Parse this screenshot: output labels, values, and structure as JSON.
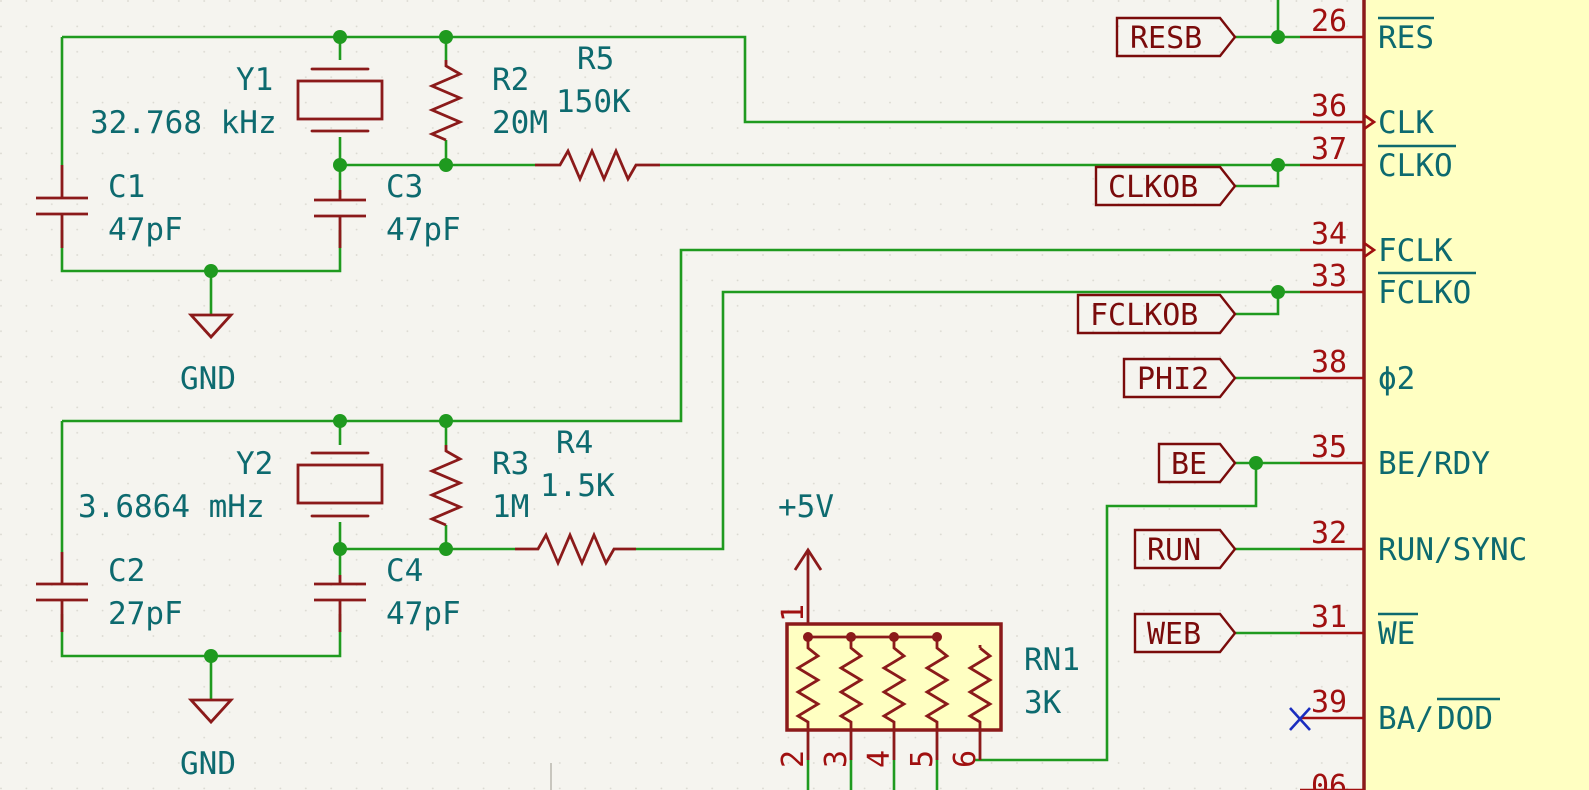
{
  "components": {
    "Y1": {
      "ref": "Y1",
      "value": "32.768 kHz"
    },
    "Y2": {
      "ref": "Y2",
      "value": "3.6864 mHz"
    },
    "R2": {
      "ref": "R2",
      "value": "20M"
    },
    "R3": {
      "ref": "R3",
      "value": "1M"
    },
    "R4": {
      "ref": "R4",
      "value": "1.5K"
    },
    "R5": {
      "ref": "R5",
      "value": "150K"
    },
    "C1": {
      "ref": "C1",
      "value": "47pF"
    },
    "C2": {
      "ref": "C2",
      "value": "27pF"
    },
    "C3": {
      "ref": "C3",
      "value": "47pF"
    },
    "C4": {
      "ref": "C4",
      "value": "47pF"
    },
    "RN1": {
      "ref": "RN1",
      "value": "3K",
      "pins": [
        "1",
        "2",
        "3",
        "4",
        "5",
        "6"
      ]
    }
  },
  "power": {
    "gnd1": "GND",
    "gnd2": "GND",
    "vcc": "+5V"
  },
  "global_labels": [
    "RESB",
    "CLKOB",
    "FCLKOB",
    "PHI2",
    "BE",
    "RUN",
    "WEB"
  ],
  "ic_pins": [
    {
      "num": "26",
      "name": "RES"
    },
    {
      "num": "36",
      "name": "CLK"
    },
    {
      "num": "37",
      "name": "CLKO"
    },
    {
      "num": "34",
      "name": "FCLK"
    },
    {
      "num": "33",
      "name": "FCLKO"
    },
    {
      "num": "38",
      "name": "ϕ2"
    },
    {
      "num": "35",
      "name": "BE/RDY"
    },
    {
      "num": "32",
      "name": "RUN/SYNC"
    },
    {
      "num": "31",
      "name": "WE"
    },
    {
      "num": "39",
      "name": "BA/",
      "name2": "DOD"
    },
    {
      "num": "06",
      "name": ""
    }
  ],
  "colors": {
    "wire": "#1f9a1f",
    "part": "#8b1a1a",
    "text": "#0d6a6f",
    "ic_fill": "#ffffc2",
    "no_connect": "#1a2dbf"
  }
}
